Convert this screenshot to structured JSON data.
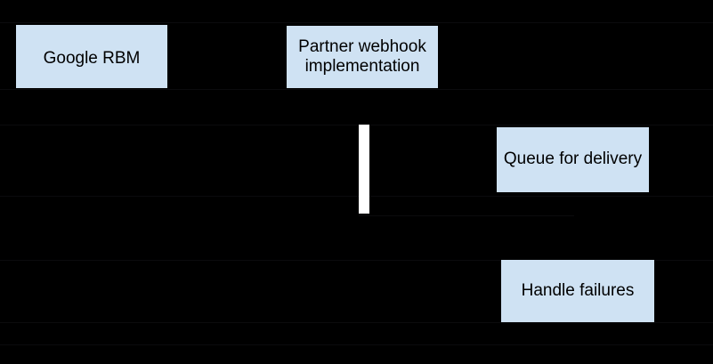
{
  "canvas": {
    "background_color": "#000000"
  },
  "diagram": {
    "type": "sequence-flow",
    "node_fill_color": "#cfe2f3",
    "node_text_color": "#000000",
    "activation_bar_color": "#ffffff",
    "nodes": [
      {
        "id": "google-rbm",
        "label": "Google RBM"
      },
      {
        "id": "partner-webhook-implementation",
        "label": "Partner webhook implementation"
      },
      {
        "id": "queue-for-delivery",
        "label": "Queue for delivery"
      },
      {
        "id": "handle-failures",
        "label": "Handle failures"
      }
    ]
  }
}
